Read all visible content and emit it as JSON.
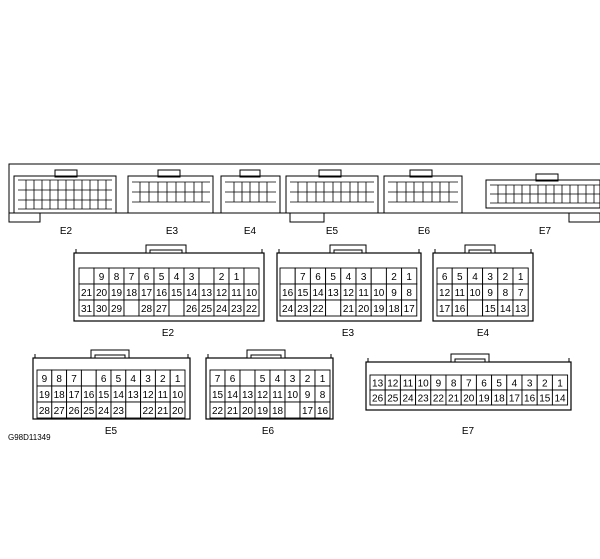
{
  "figure_code": "G98D11349",
  "ecu_overview": {
    "labels": [
      "E2",
      "E3",
      "E4",
      "E5",
      "E6",
      "E7"
    ]
  },
  "connectors": [
    {
      "id": "E2",
      "label": "E2",
      "rows": [
        [
          null,
          "9",
          "8",
          "7",
          "6",
          "5",
          "4",
          "3",
          null,
          "2",
          "1",
          null
        ],
        [
          "21",
          "20",
          "19",
          "18",
          "17",
          "16",
          "15",
          "14",
          "13",
          "12",
          "11",
          "10"
        ],
        [
          "31",
          "30",
          "29",
          null,
          "28",
          "27",
          null,
          "26",
          "25",
          "24",
          "23",
          "22"
        ]
      ]
    },
    {
      "id": "E3",
      "label": "E3",
      "rows": [
        [
          null,
          "7",
          "6",
          "5",
          "4",
          "3",
          null,
          "2",
          "1"
        ],
        [
          "16",
          "15",
          "14",
          "13",
          "12",
          "11",
          "10",
          "9",
          "8"
        ],
        [
          "24",
          "23",
          "22",
          null,
          "21",
          "20",
          "19",
          "18",
          "17"
        ]
      ]
    },
    {
      "id": "E4",
      "label": "E4",
      "rows": [
        [
          "6",
          "5",
          "4",
          "3",
          "2",
          "1"
        ],
        [
          "12",
          "11",
          "10",
          "9",
          "8",
          "7"
        ],
        [
          "17",
          "16",
          null,
          "15",
          "14",
          "13"
        ]
      ]
    },
    {
      "id": "E5",
      "label": "E5",
      "rows": [
        [
          "9",
          "8",
          "7",
          null,
          "6",
          "5",
          "4",
          "3",
          "2",
          "1"
        ],
        [
          "19",
          "18",
          "17",
          "16",
          "15",
          "14",
          "13",
          "12",
          "11",
          "10"
        ],
        [
          "28",
          "27",
          "26",
          "25",
          "24",
          "23",
          null,
          "22",
          "21",
          "20"
        ]
      ]
    },
    {
      "id": "E6",
      "label": "E6",
      "rows": [
        [
          "7",
          "6",
          null,
          "5",
          "4",
          "3",
          "2",
          "1"
        ],
        [
          "15",
          "14",
          "13",
          "12",
          "11",
          "10",
          "9",
          "8"
        ],
        [
          "22",
          "21",
          "20",
          "19",
          "18",
          null,
          "17",
          "16"
        ]
      ]
    },
    {
      "id": "E7",
      "label": "E7",
      "rows": [
        [
          "13",
          "12",
          "11",
          "10",
          "9",
          "8",
          "7",
          "6",
          "5",
          "4",
          "3",
          "2",
          "1"
        ],
        [
          "26",
          "25",
          "24",
          "23",
          "22",
          "21",
          "20",
          "19",
          "18",
          "17",
          "16",
          "15",
          "14"
        ]
      ]
    }
  ]
}
